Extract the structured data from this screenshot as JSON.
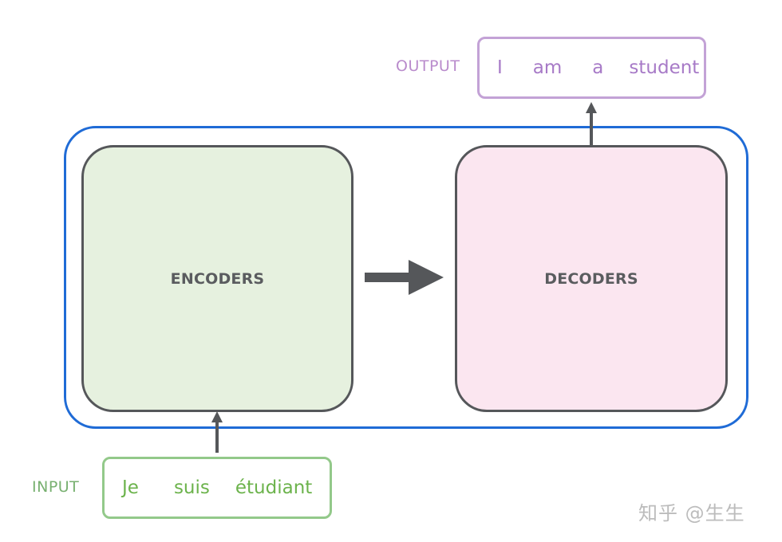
{
  "diagram": {
    "encoders_label": "ENCODERS",
    "decoders_label": "DECODERS",
    "output": {
      "label": "OUTPUT",
      "words": [
        "I",
        "am",
        "a",
        "student"
      ]
    },
    "input": {
      "label": "INPUT",
      "words": [
        "Je",
        "suis",
        "étudiant"
      ]
    }
  },
  "watermark": "知乎 @生生",
  "colors": {
    "container_border": "#1f6bd6",
    "encoder_fill": "#e6f1df",
    "decoder_fill": "#fbe6f0",
    "block_border": "#55575a",
    "output_text": "#a77ac7",
    "output_border": "#c3a2d6",
    "input_text": "#6cb34c",
    "input_border": "#93c98a",
    "arrow": "#55575a"
  }
}
